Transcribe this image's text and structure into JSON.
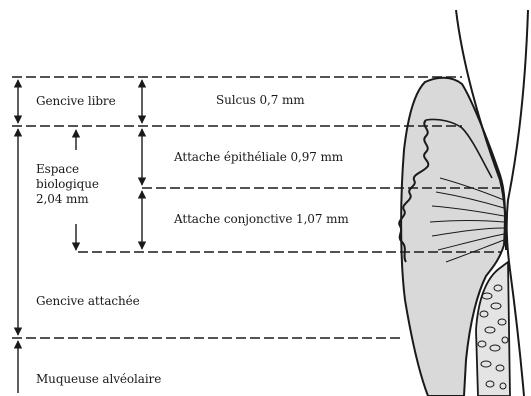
{
  "labels": {
    "gencive_libre": "Gencive libre",
    "sulcus": "Sulcus 0,7 mm",
    "attache_epitheliale": "Attache épithéliale 0,97 mm",
    "espace_biologique": [
      "Espace",
      "biologique",
      "2,04 mm"
    ],
    "attache_conjonctive": "Attache conjonctive 1,07 mm",
    "gencive_attachee": "Gencive attachée",
    "muqueuse_alveolaire": "Muqueuse alvéolaire"
  },
  "colors": {
    "ink": "#1a1a1a",
    "gingiva_fill": "#d9d9d9",
    "bone_fill": "#e4e4e4",
    "background": "#ffffff"
  }
}
